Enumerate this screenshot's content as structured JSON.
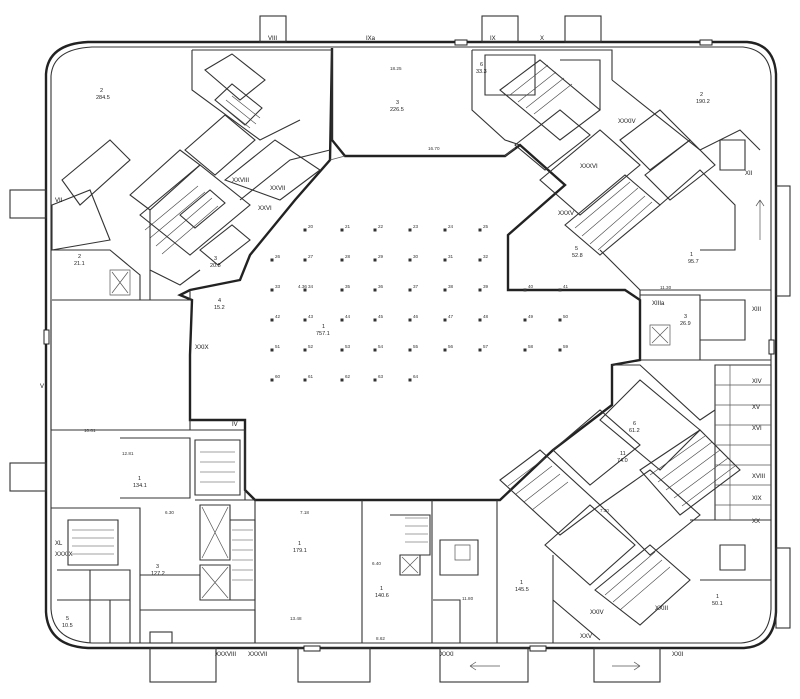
{
  "axis_marks": {
    "top": [
      "VIII",
      "IXa",
      "IX",
      "X"
    ],
    "right": [
      "XIII",
      "XIIIa",
      "XIV",
      "XV",
      "XVI",
      "XVIII",
      "XIX",
      "XX",
      "XXIV",
      "XXV"
    ],
    "bottom": [
      "XXXVIII",
      "XXXVII",
      "XXXI",
      "XXII"
    ],
    "left": [
      "VII",
      "V",
      "XL",
      "XXXIX"
    ],
    "inner": [
      "XXIX",
      "XXVII",
      "XXVI",
      "XXVIII",
      "XXXV",
      "XXXVI",
      "XXXIV",
      "IV",
      "XII",
      "XXIII"
    ]
  },
  "room_labels": [
    {
      "num": "2",
      "area": "284.5"
    },
    {
      "num": "3",
      "area": "226.5"
    },
    {
      "num": "2",
      "area": "190.2"
    },
    {
      "num": "1",
      "area": "95.7"
    },
    {
      "num": "1",
      "area": "757.1"
    },
    {
      "num": "1",
      "area": "134.1"
    },
    {
      "num": "3",
      "area": "127.2"
    },
    {
      "num": "1",
      "area": "179.1"
    },
    {
      "num": "1",
      "area": "140.6"
    },
    {
      "num": "1",
      "area": "145.5"
    },
    {
      "num": "11",
      "area": "74.0"
    },
    {
      "num": "6",
      "area": "61.2"
    },
    {
      "num": "5",
      "area": "52.8"
    },
    {
      "num": "4",
      "area": "15.2"
    },
    {
      "num": "3",
      "area": "20.8"
    },
    {
      "num": "2",
      "area": "21.1"
    },
    {
      "num": "6",
      "area": "33.3"
    },
    {
      "num": "3",
      "area": "26.9"
    },
    {
      "num": "1",
      "area": "50.1"
    },
    {
      "num": "5",
      "area": "10.5"
    }
  ],
  "dimensions": [
    "10.81",
    "12.81",
    "6.30",
    "7.18",
    "11.80",
    "16.70",
    "18.25",
    "8.62",
    "6.40",
    "7.30",
    "4.36",
    "13.48",
    "11.30"
  ],
  "column_marks": [
    "20",
    "21",
    "22",
    "23",
    "24",
    "25",
    "26",
    "27",
    "28",
    "29",
    "30",
    "31",
    "32",
    "33",
    "34",
    "35",
    "36",
    "37",
    "38",
    "39",
    "40",
    "41",
    "42",
    "43",
    "44",
    "45",
    "46",
    "47",
    "48",
    "49",
    "50",
    "51",
    "52",
    "53",
    "54",
    "55",
    "56",
    "57",
    "58",
    "59",
    "60",
    "61",
    "62",
    "63",
    "64"
  ]
}
